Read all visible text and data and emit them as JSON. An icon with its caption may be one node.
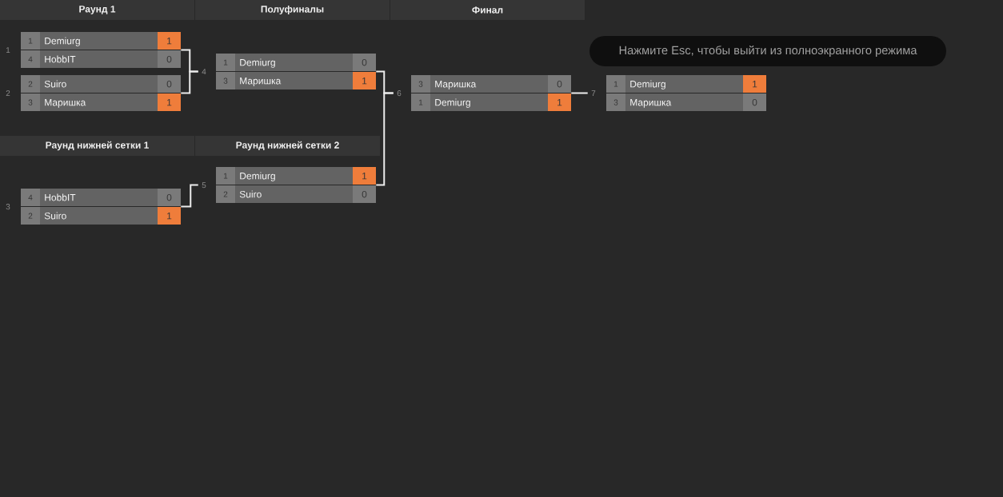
{
  "diagram": {
    "nodes": [
      {
        "text": [
          "Раунд 1"
        ]
      },
      {
        "text": [
          "Полуфиналы"
        ]
      },
      {
        "text": [
          "Финал"
        ]
      },
      {
        "text": [
          "Нажмите Esc, чтобы выйти из полноэкранного режима"
        ]
      },
      {
        "text": [
          "1",
          "Demiurg",
          "1",
          "4",
          "HobbIT",
          "0"
        ],
        "beside": [
          "1"
        ]
      },
      {
        "text": [
          "2",
          "Suiro",
          "0",
          "3",
          "Маришка",
          "1"
        ],
        "beside": [
          "2"
        ]
      },
      {
        "text": [
          "1",
          "Demiurg",
          "0",
          "3",
          "Маришка",
          "1"
        ],
        "beside": [
          "4"
        ]
      },
      {
        "text": [
          "3",
          "Маришка",
          "0",
          "1",
          "Demiurg",
          "1"
        ],
        "beside": [
          "6"
        ]
      },
      {
        "text": [
          "1",
          "Demiurg",
          "1",
          "3",
          "Маришка",
          "0"
        ],
        "beside": [
          "7"
        ]
      },
      {
        "text": [
          "Раунд нижней сетки 1"
        ]
      },
      {
        "text": [
          "Раунд нижней сетки 2"
        ]
      },
      {
        "text": [
          "4",
          "HobbIT",
          "0",
          "2",
          "Suiro",
          "1"
        ],
        "beside": [
          "3"
        ]
      },
      {
        "text": [
          "1",
          "Demiurg",
          "1",
          "2",
          "Suiro",
          "0"
        ],
        "beside": [
          "5"
        ]
      }
    ],
    "edges": [
      {
        "from": 4,
        "to": 6,
        "arrow": "none"
      },
      {
        "from": 5,
        "to": 6,
        "arrow": "none"
      },
      {
        "from": 11,
        "to": 12,
        "arrow": "none"
      },
      {
        "from": 6,
        "to": 7,
        "arrow": "none"
      },
      {
        "from": 12,
        "to": 7,
        "arrow": "none"
      },
      {
        "from": 7,
        "to": 8,
        "arrow": "none"
      }
    ]
  }
}
